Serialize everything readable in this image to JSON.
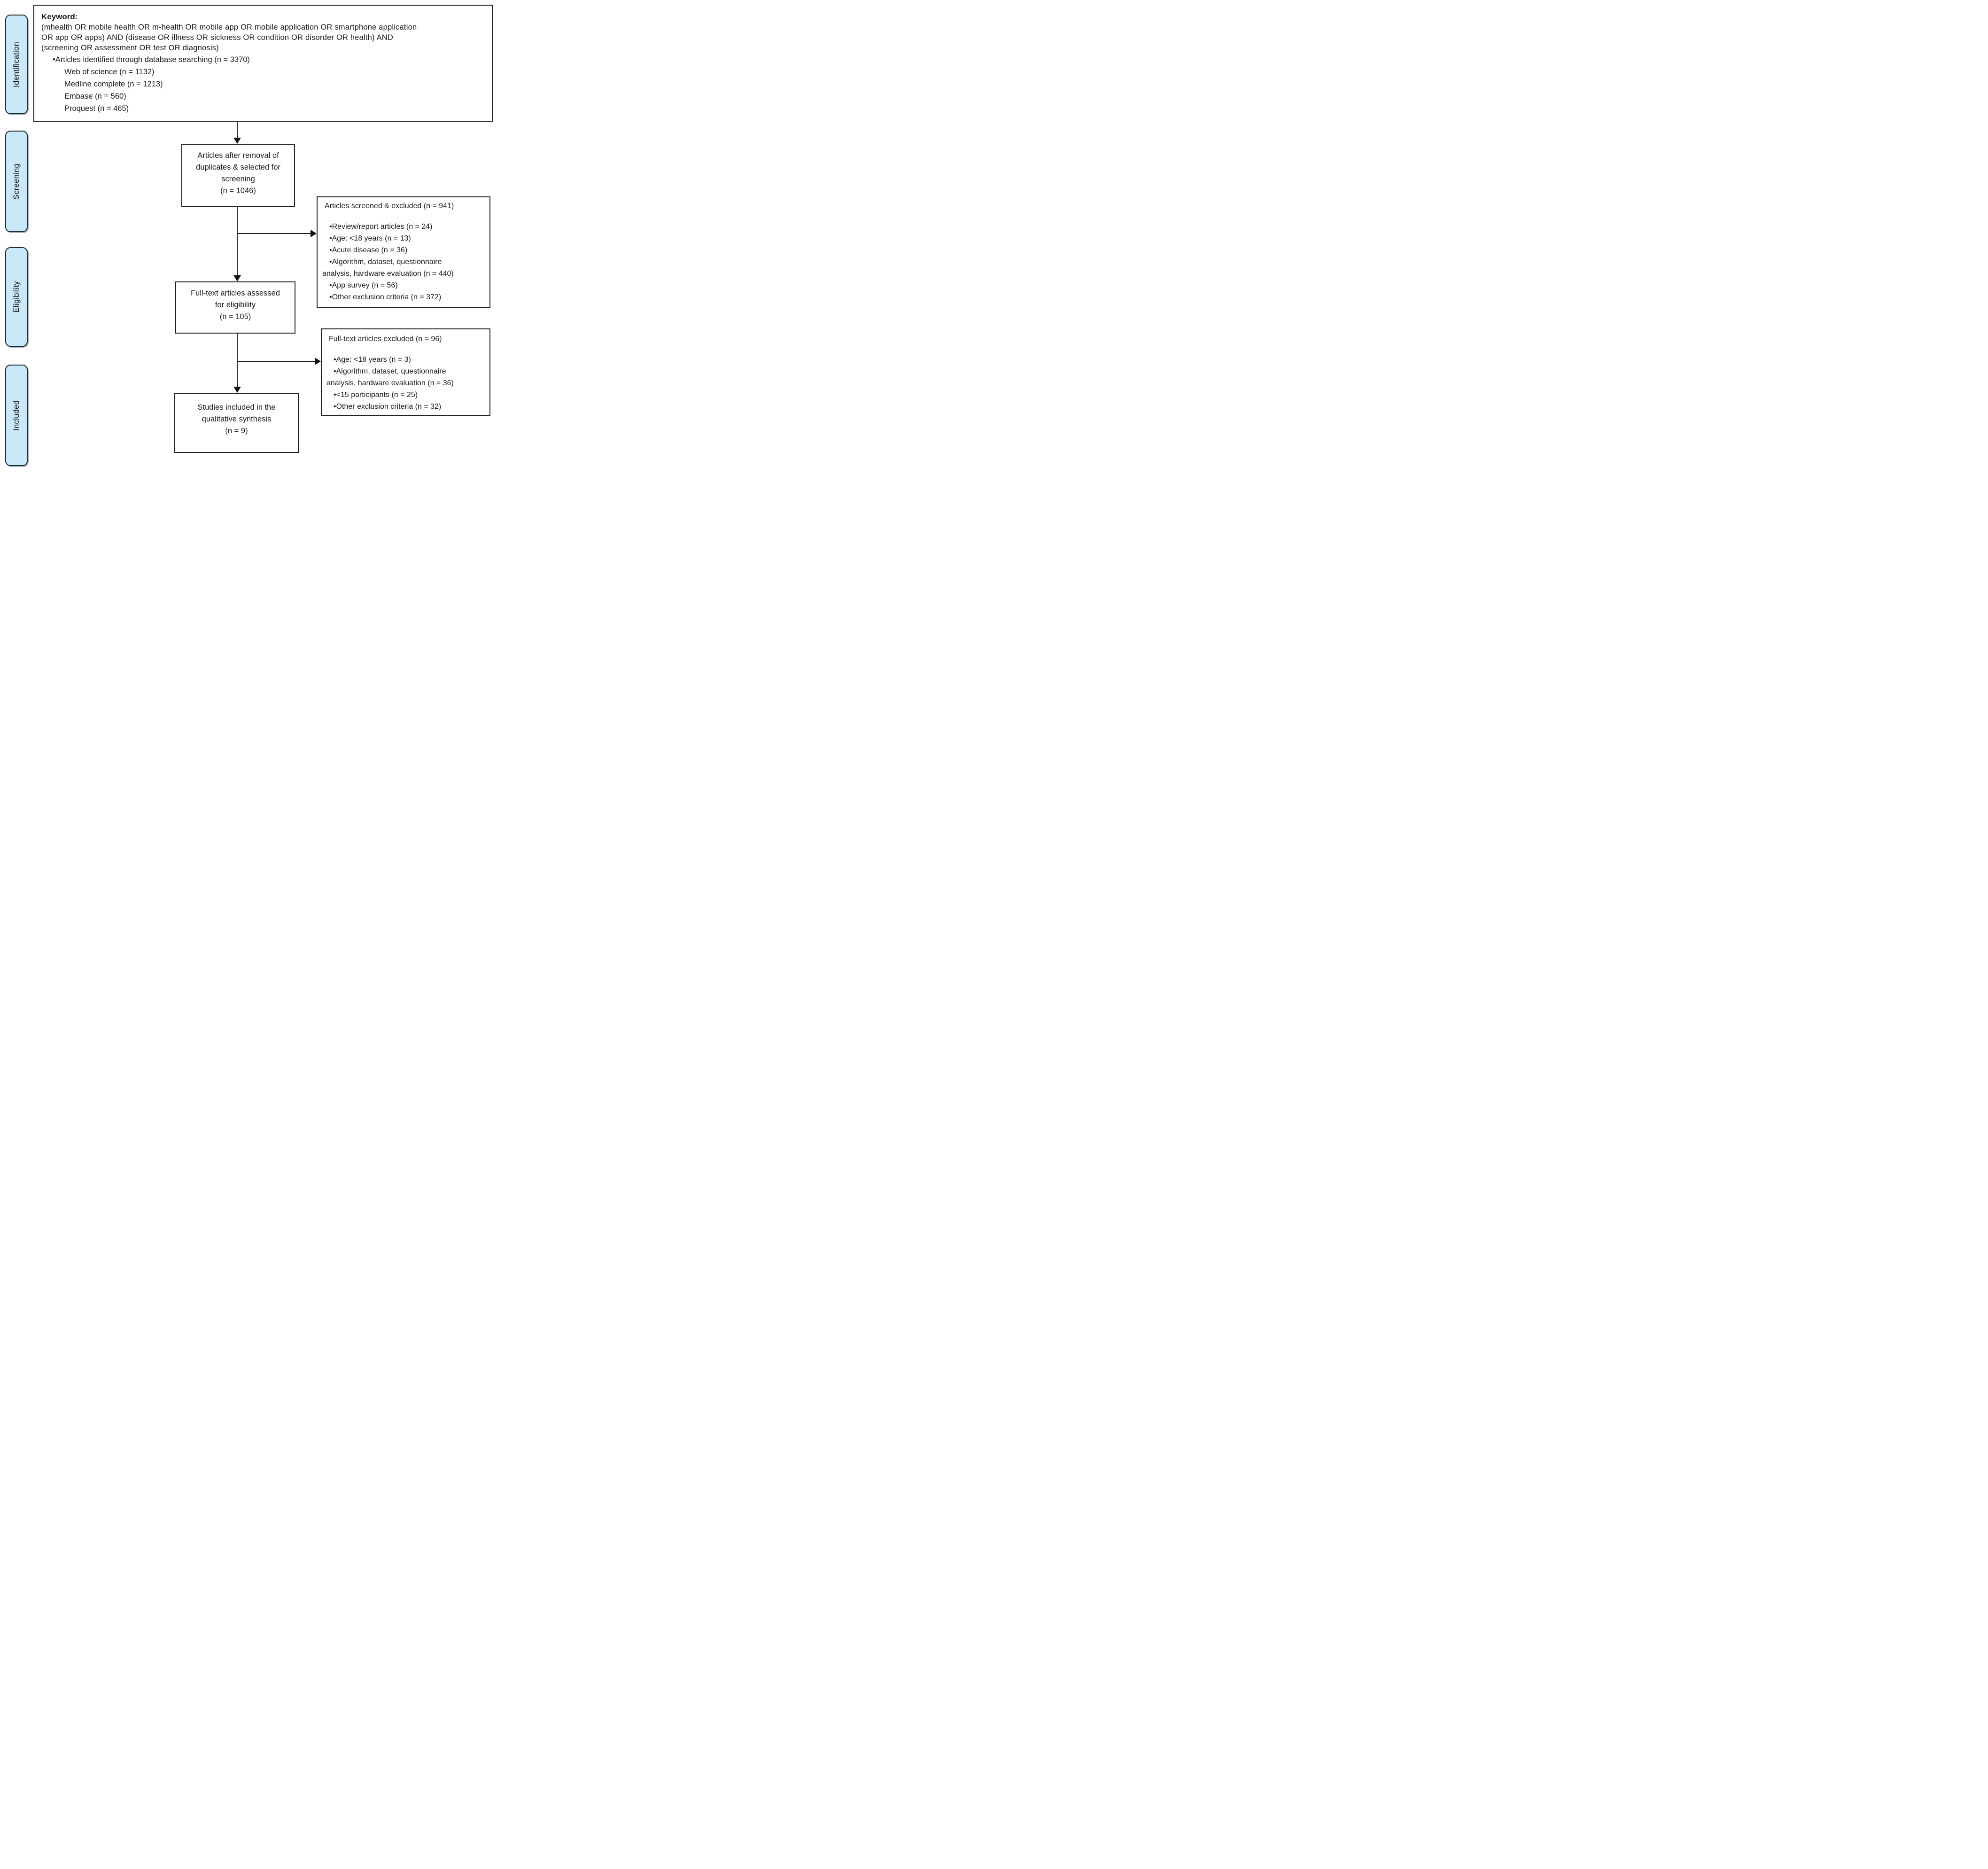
{
  "figure": {
    "stages": [
      {
        "label": "Identification"
      },
      {
        "label": "Screening"
      },
      {
        "label": "Eligibility"
      },
      {
        "label": "Included"
      }
    ],
    "keyword_box": {
      "title": "Keyword:",
      "query_lines": [
        "(mhealth OR mobile health OR m-health OR mobile app OR mobile application OR smartphone application",
        "OR app OR apps) AND (disease OR illness OR sickness OR condition OR disorder OR health) AND",
        "(screening OR assessment OR test OR diagnosis)"
      ],
      "bullet": "Articles identified through database searching (n = 3370)",
      "sources": [
        "Web of science (n = 1132)",
        "Medline complete (n = 1213)",
        "Embase (n = 560)",
        "Proquest (n = 465)"
      ]
    },
    "screening_box": {
      "lines": [
        "Articles after removal of",
        "duplicates & selected for",
        "screening"
      ],
      "count": "(n = 1046)"
    },
    "screened_excluded_box": {
      "title": "Articles screened & excluded (n = 941)",
      "items": [
        "Review/report articles (n = 24)",
        "Age: <18 years (n = 13)",
        "Acute disease (n = 36)",
        "Algorithm, dataset, questionnaire\nanalysis, hardware evaluation (n = 440)",
        "App survey (n = 56)",
        "Other exclusion criteria (n = 372)"
      ]
    },
    "eligibility_box": {
      "lines": [
        "Full-text articles assessed",
        "for eligibility"
      ],
      "count": "(n = 105)"
    },
    "fulltext_excluded_box": {
      "title": "Full-text articles excluded (n = 96)",
      "items": [
        "Age: <18 years (n = 3)",
        "Algorithm, dataset, questionnaire\nanalysis, hardware evaluation (n = 36)",
        "<15 participants (n = 25)",
        "Other exclusion criteria (n = 32)"
      ]
    },
    "included_box": {
      "lines": [
        "Studies included in the",
        "qualitative synthesis"
      ],
      "count": "(n = 9)"
    },
    "colors": {
      "stage_fill": "#c9e8f8",
      "line": "#1f1f1f"
    }
  }
}
